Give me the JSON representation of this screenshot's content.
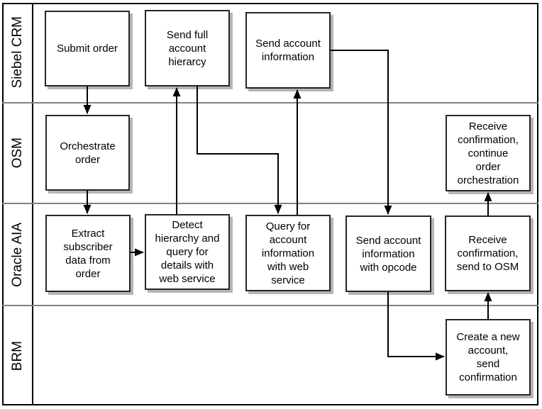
{
  "diagram": {
    "type": "swimlane-flowchart",
    "lanes": [
      {
        "id": "siebel-crm",
        "label": "Siebel CRM"
      },
      {
        "id": "osm",
        "label": "OSM"
      },
      {
        "id": "oracle-aia",
        "label": "Oracle AIA"
      },
      {
        "id": "brm",
        "label": "BRM"
      }
    ],
    "nodes": [
      {
        "id": "submit-order",
        "lane": "Siebel CRM",
        "label": "Submit order"
      },
      {
        "id": "send-full-account-hierarcy",
        "lane": "Siebel CRM",
        "label": "Send full\naccount\nhierarcy"
      },
      {
        "id": "send-account-information",
        "lane": "Siebel CRM",
        "label": "Send account\ninformation"
      },
      {
        "id": "orchestrate-order",
        "lane": "OSM",
        "label": "Orchestrate\norder"
      },
      {
        "id": "receive-confirmation-continue-order-orchestration",
        "lane": "OSM",
        "label": "Receive\nconfirmation,\ncontinue\norder\norchestration"
      },
      {
        "id": "extract-subscriber-data-from-order",
        "lane": "Oracle AIA",
        "label": "Extract\nsubscriber\ndata from\norder"
      },
      {
        "id": "detect-hierarchy-and-query-for-details",
        "lane": "Oracle AIA",
        "label": "Detect\nhierarchy and\nquery for\ndetails with\nweb service"
      },
      {
        "id": "query-for-account-information",
        "lane": "Oracle AIA",
        "label": "Query for\naccount\ninformation\nwith web\nservice"
      },
      {
        "id": "send-account-information-with-opcode",
        "lane": "Oracle AIA",
        "label": "Send account\ninformation\nwith opcode"
      },
      {
        "id": "receive-confirmation-send-to-osm",
        "lane": "Oracle AIA",
        "label": "Receive\nconfirmation,\nsend to OSM"
      },
      {
        "id": "create-a-new-account-send-confirmation",
        "lane": "BRM",
        "label": "Create a new\naccount,\nsend\nconfirmation"
      }
    ],
    "edges": [
      {
        "from": "submit-order",
        "to": "orchestrate-order"
      },
      {
        "from": "orchestrate-order",
        "to": "extract-subscriber-data-from-order"
      },
      {
        "from": "extract-subscriber-data-from-order",
        "to": "detect-hierarchy-and-query-for-details"
      },
      {
        "from": "detect-hierarchy-and-query-for-details",
        "to": "send-full-account-hierarcy"
      },
      {
        "from": "send-full-account-hierarcy",
        "to": "query-for-account-information"
      },
      {
        "from": "query-for-account-information",
        "to": "send-account-information"
      },
      {
        "from": "send-account-information",
        "to": "send-account-information-with-opcode"
      },
      {
        "from": "send-account-information-with-opcode",
        "to": "create-a-new-account-send-confirmation"
      },
      {
        "from": "create-a-new-account-send-confirmation",
        "to": "receive-confirmation-send-to-osm"
      },
      {
        "from": "receive-confirmation-send-to-osm",
        "to": "receive-confirmation-continue-order-orchestration"
      }
    ],
    "colors": {
      "background": "#ffffff",
      "box_fill": "#ffffff",
      "box_border": "#262626",
      "box_shadow": "#b5b5b5",
      "lane_separator": "#828282",
      "outer_border": "#000000",
      "arrow": "#000000",
      "text": "#000000"
    }
  }
}
